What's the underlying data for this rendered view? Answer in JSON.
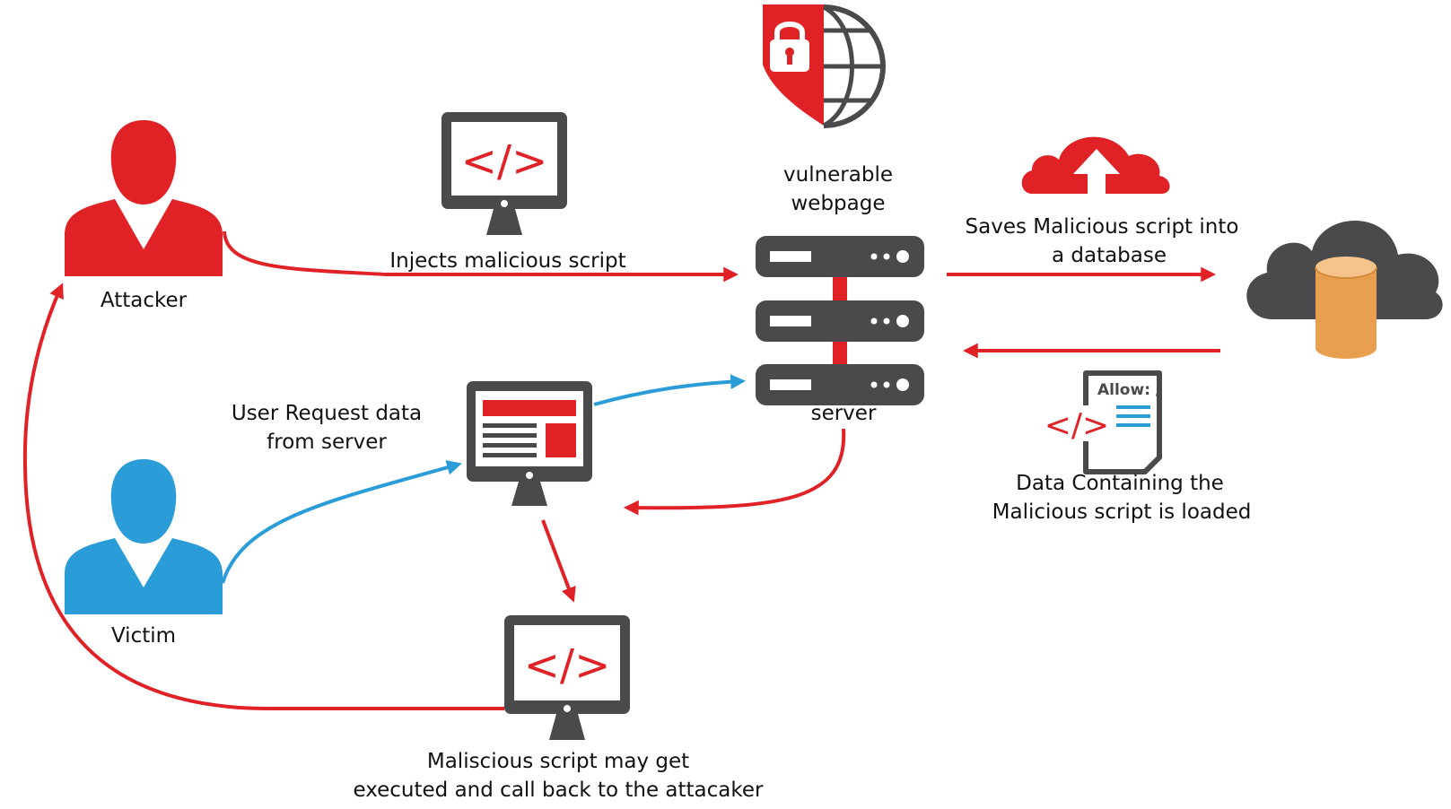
{
  "labels": {
    "attacker": "Attacker",
    "victim": "Victim",
    "vulnerable_line1": "vulnerable",
    "vulnerable_line2": "webpage",
    "server": "server",
    "injects": "Injects malicious script",
    "saves_line1": "Saves Malicious script into",
    "saves_line2": "a database",
    "user_request_line1": "User Request data",
    "user_request_line2": "from server",
    "data_loaded_line1": "Data Containing the",
    "data_loaded_line2": "Malicious script is loaded",
    "callback_line1": "Maliscious script may get",
    "callback_line2": "executed and call back to the attacaker"
  },
  "icons": {
    "code_symbol": "</>",
    "allow_text": "Allow: /"
  },
  "colors": {
    "red": "#e02227",
    "blue": "#2a9dd8",
    "dark": "#4a4a4c",
    "orange": "#e8a050"
  }
}
